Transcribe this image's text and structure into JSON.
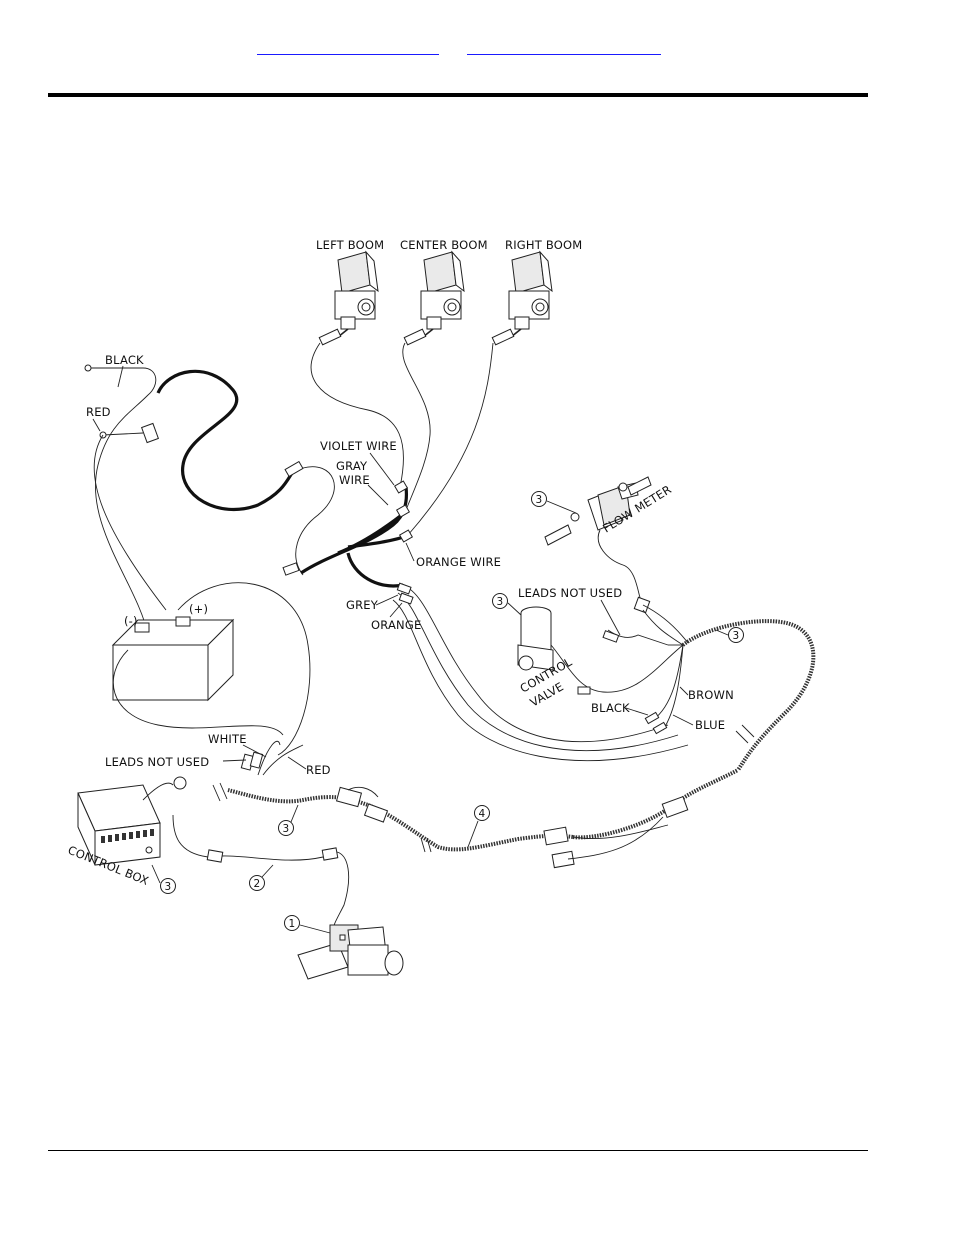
{
  "header": {
    "link_left": "",
    "link_right": ""
  },
  "diagram": {
    "labels": {
      "left_boom": "LEFT BOOM",
      "center_boom": "CENTER BOOM",
      "right_boom": "RIGHT BOOM",
      "black_top": "BLACK",
      "red_top": "RED",
      "violet_wire": "VIOLET WIRE",
      "gray": "GRAY",
      "wire": "WIRE",
      "orange_wire": "ORANGE WIRE",
      "grey": "GREY",
      "orange": "ORANGE",
      "neg": "(-)",
      "pos": "(+)",
      "flow_meter": "FLOW METER",
      "leads_not_used_right": "LEADS NOT USED",
      "control": "CONTROL",
      "valve": "VALVE",
      "brown": "BROWN",
      "black_bottom": "BLACK",
      "blue": "BLUE",
      "white": "WHITE",
      "leads_not_used_left": "LEADS NOT USED",
      "red_bottom": "RED",
      "control_box": "CONTROL BOX"
    },
    "callouts": {
      "flow_meter": "3",
      "control_valve": "3",
      "harness_right": "3",
      "harness_main": "3",
      "control_box": "3",
      "extension": "4",
      "cable": "2",
      "switch": "1"
    }
  }
}
